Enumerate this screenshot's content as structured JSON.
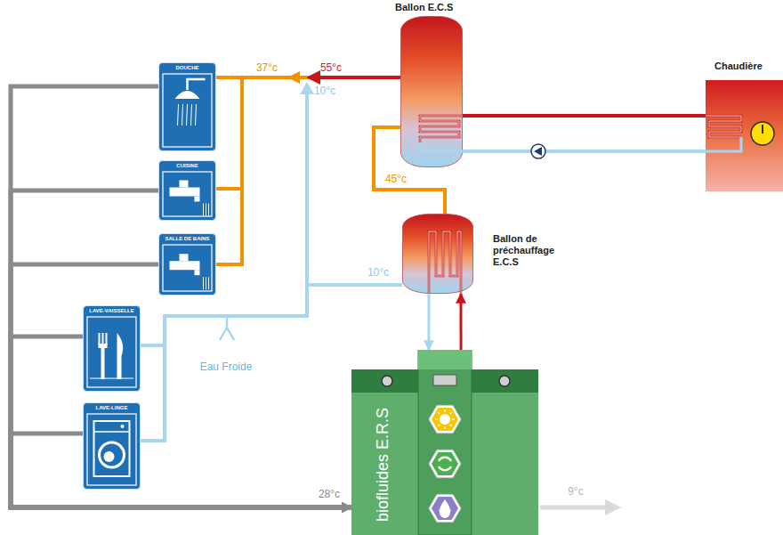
{
  "diagram": {
    "nodes": [
      {
        "text": [
          "DOUCHE"
        ]
      },
      {
        "text": [
          "CUISINE"
        ]
      },
      {
        "text": [
          "SALLE DE BAINS"
        ]
      },
      {
        "text": [
          "LAVE-VAISSELLE"
        ]
      },
      {
        "text": [
          "LAVE-LINGE"
        ]
      },
      {
        "text": [
          "Ballon E.C.S"
        ]
      },
      {
        "text": [
          "Chaudière"
        ]
      },
      {
        "text": [
          "Ballon de préchauffage E.C.S"
        ]
      },
      {
        "text": [
          "biofluides E.R.S"
        ]
      }
    ],
    "edges": [
      {
        "from": 5,
        "to": 0,
        "arrow": "none"
      },
      {
        "from": 5,
        "to": 1,
        "arrow": "none"
      },
      {
        "from": 5,
        "to": 2,
        "arrow": "none"
      },
      {
        "from": 7,
        "to": 5,
        "arrow": "none"
      },
      {
        "from": 6,
        "to": 5,
        "arrow": "none"
      },
      {
        "from": 5,
        "to": 6,
        "arrow": "none"
      },
      {
        "from": 8,
        "to": 7,
        "arrow": "to"
      },
      {
        "from": 7,
        "to": 8,
        "arrow": "to"
      },
      {
        "from": 0,
        "to": 8,
        "arrow": "to"
      },
      {
        "from": 1,
        "to": 8,
        "arrow": "to"
      },
      {
        "from": 2,
        "to": 8,
        "arrow": "to"
      },
      {
        "from": 3,
        "to": 8,
        "arrow": "to"
      },
      {
        "from": 4,
        "to": 8,
        "arrow": "to"
      }
    ],
    "labels": [
      "37°c",
      "55°c",
      "10°c",
      "45°c",
      "10°c",
      "28°c",
      "9°c",
      "Eau Froide"
    ]
  }
}
